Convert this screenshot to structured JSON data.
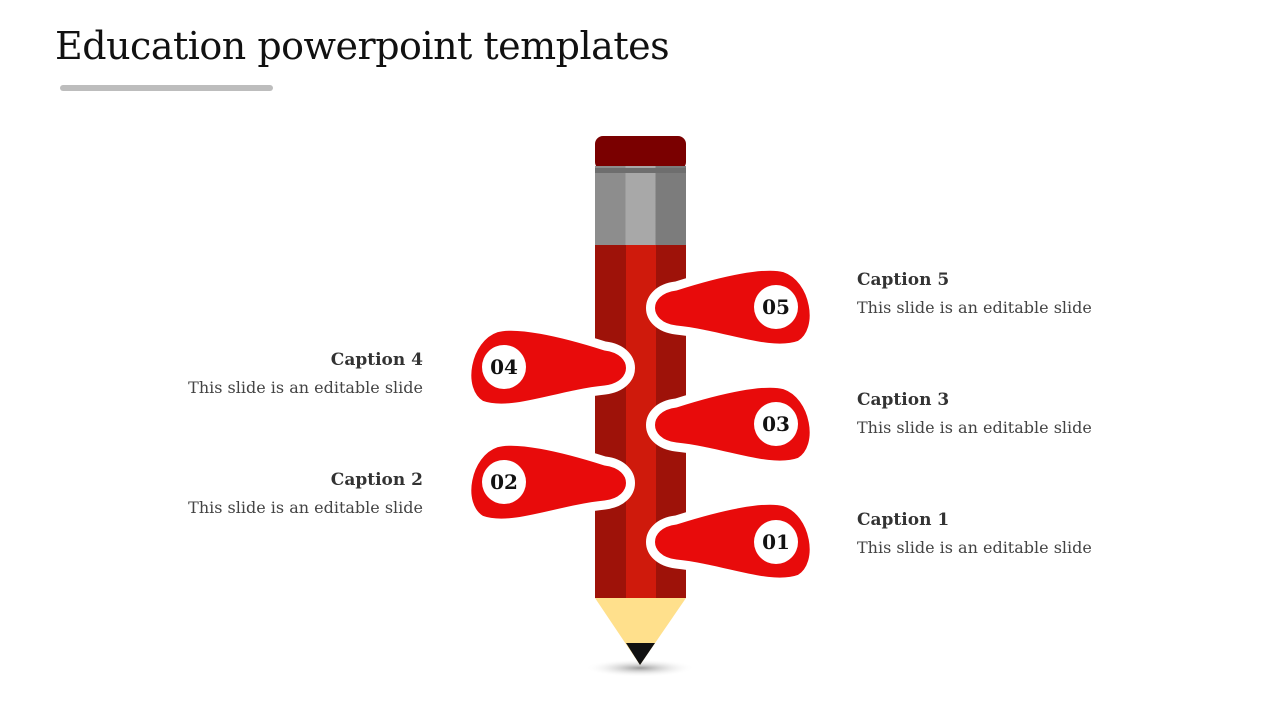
{
  "title": "Education powerpoint templates",
  "colors": {
    "accent_red": "#e80b0b",
    "pencil_dark": "#9e1209",
    "pencil_mid": "#cf1a0c",
    "eraser": "#7a0000",
    "ferrule": "#8a8a8a",
    "wood": "#ffe08c",
    "underline": "#bdbdbd"
  },
  "items": [
    {
      "num": "01",
      "caption": "Caption 1",
      "desc": "This slide is an editable slide"
    },
    {
      "num": "02",
      "caption": "Caption 2",
      "desc": "This slide is an editable slide"
    },
    {
      "num": "03",
      "caption": "Caption 3",
      "desc": "This slide is an editable slide"
    },
    {
      "num": "04",
      "caption": "Caption 4",
      "desc": "This slide is an editable slide"
    },
    {
      "num": "05",
      "caption": "Caption 5",
      "desc": "This slide is an editable slide"
    }
  ]
}
